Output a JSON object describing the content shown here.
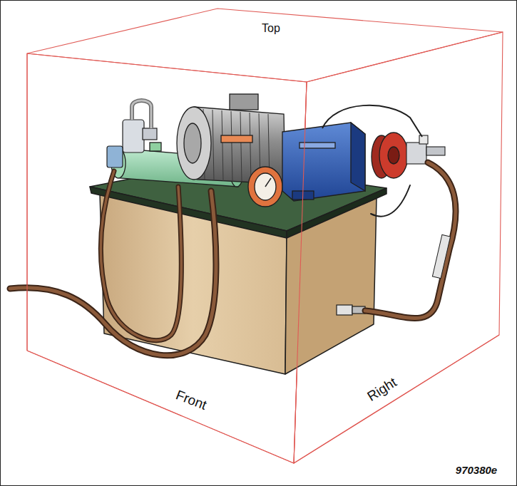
{
  "diagram": {
    "labels": [
      "Top",
      "Front",
      "Right",
      "970380e"
    ]
  }
}
